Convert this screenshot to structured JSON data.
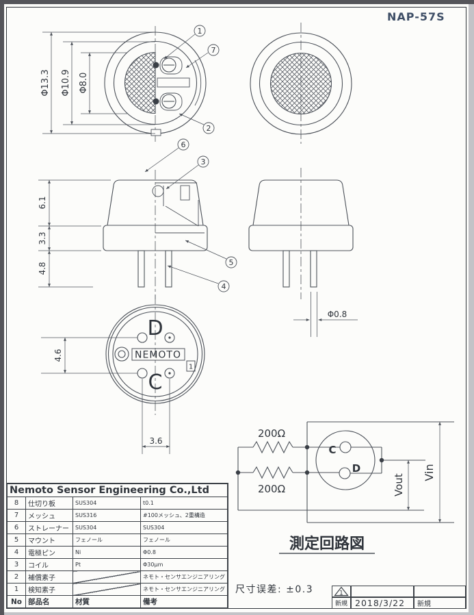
{
  "doc": {
    "part_number": "NAP-57S",
    "company": "Nemoto Sensor Engineering Co.,Ltd",
    "tolerance_note": "尺寸误差: ±0.3"
  },
  "callouts": {
    "c1": "1",
    "c2": "2",
    "c3": "3",
    "c4": "4",
    "c5": "5",
    "c6": "6",
    "c7": "7"
  },
  "dimensions": {
    "top_outer": "Φ13.3",
    "top_mid": "Φ10.9",
    "top_mesh": "Φ8.0",
    "cap_height": "6.1",
    "base_height": "3.3",
    "pin_length": "4.8",
    "hole_span_v": "4.6",
    "hole_span_h": "3.6",
    "pin_dia": "Φ0.8"
  },
  "bottom_view": {
    "terminal_top": "D",
    "terminal_bottom": "C",
    "brand": "NEMOTO",
    "index_mark": "1"
  },
  "circuit": {
    "resistor_top": "200Ω",
    "resistor_bottom": "200Ω",
    "terminal_c": "C",
    "terminal_d": "D",
    "v_out": "Vout",
    "v_in": "Vin",
    "caption": "測定回路図"
  },
  "parts_table": {
    "header": {
      "no": "No",
      "name": "部品名",
      "material": "材質",
      "remarks": "備考"
    },
    "rows": [
      {
        "no": "8",
        "name": "仕切り板",
        "material": "SUS304",
        "remarks": "t0.1"
      },
      {
        "no": "7",
        "name": "メッシュ",
        "material": "SUS316",
        "remarks": "#100メッシュ、2重構造"
      },
      {
        "no": "6",
        "name": "ストレーナー",
        "material": "SUS304",
        "remarks": "SUS304"
      },
      {
        "no": "5",
        "name": "マウント",
        "material": "フェノール",
        "remarks": "フェノール"
      },
      {
        "no": "4",
        "name": "電極ピン",
        "material": "Ni",
        "remarks": "Φ0.8"
      },
      {
        "no": "3",
        "name": "コイル",
        "material": "Pt",
        "remarks": "Φ30μm"
      },
      {
        "no": "2",
        "name": "補償素子",
        "material": "",
        "remarks": "ネモト・センサエンジニアリング"
      },
      {
        "no": "1",
        "name": "検知素子",
        "material": "",
        "remarks": "ネモト・センサエンジニアリング"
      }
    ]
  },
  "title_block": {
    "rev_mark": "1",
    "status": "新規",
    "date": "2018/3/22",
    "note": "新規"
  },
  "colors": {
    "line": "#4b5058",
    "text": "#2f343b",
    "accent": "#3e4e66"
  }
}
